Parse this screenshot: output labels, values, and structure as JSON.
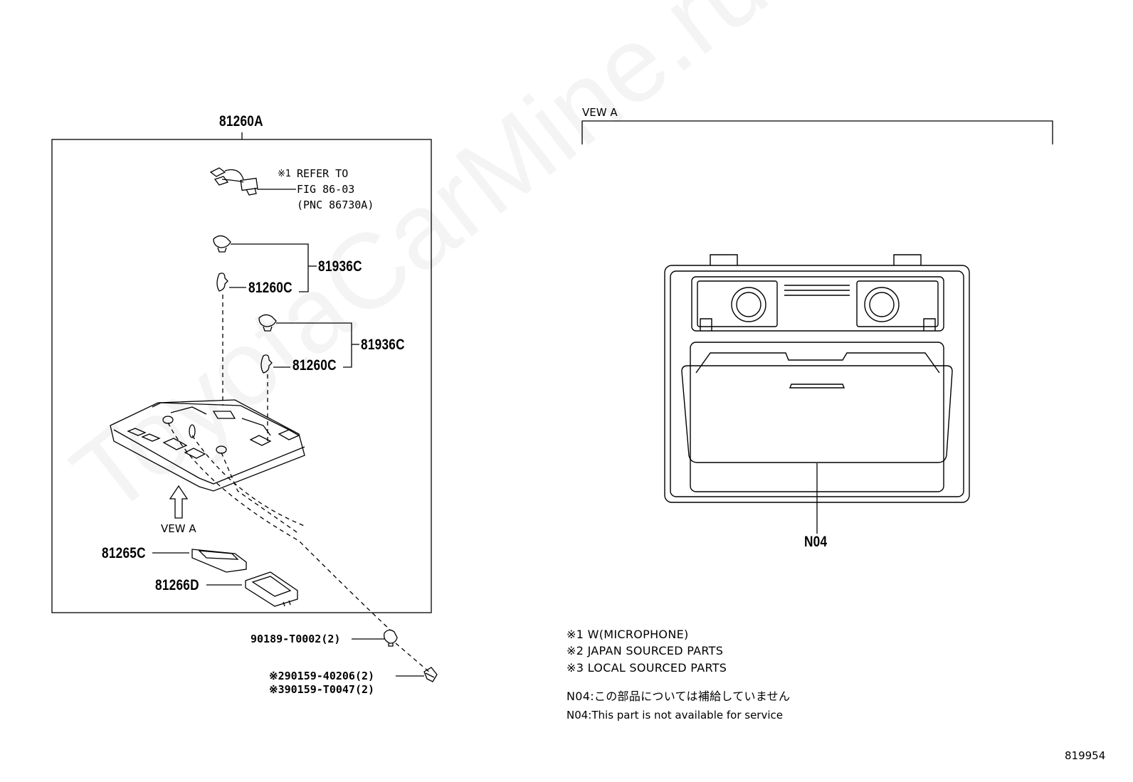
{
  "watermark": "ToyotaCarMine.ru",
  "left_panel": {
    "assembly_label": "81260A",
    "refer_note": {
      "mark": "※1",
      "line1": "REFER TO",
      "line2": "FIG 86-03",
      "line3": "(PNC 86730A)"
    },
    "parts": {
      "p81936c_a": "81936C",
      "p81260c_a": "81260C",
      "p81936c_b": "81936C",
      "p81260c_b": "81260C",
      "p81265c": "81265C",
      "p81266d": "81266D"
    },
    "view_label": "VEW A",
    "outside_parts": {
      "clip": "90189-T0002(2)",
      "screw_japan": "※290159-40206(2)",
      "screw_local": "※390159-T0047(2)"
    }
  },
  "right_panel": {
    "view_label": "VEW A",
    "part_label": "N04"
  },
  "notes": {
    "n1": "※1 W(MICROPHONE)",
    "n2": "※2 JAPAN SOURCED PARTS",
    "n3": "※3 LOCAL SOURCED PARTS",
    "jp": "N04:この部品については補給していません",
    "en": "N04:This part is not available for service"
  },
  "figure_number": "819954"
}
